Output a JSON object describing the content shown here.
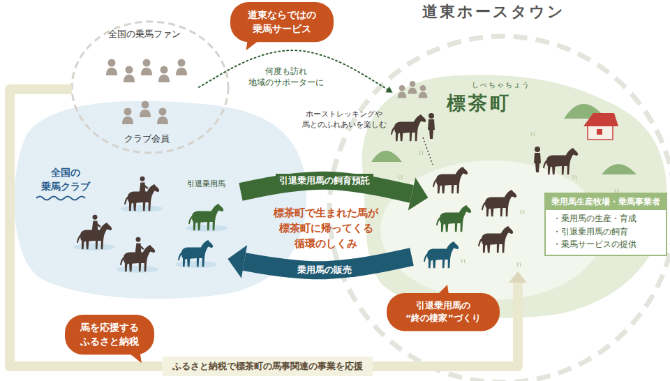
{
  "diagram": {
    "nodes": [
      {
        "text": [
          "全国の乗馬ファン"
        ]
      },
      {
        "text": [
          "道東ならではの 乗馬サービス"
        ]
      },
      {
        "text": [
          "道東ホースタウン"
        ]
      },
      {
        "text": [
          "しべちゃちょう",
          "標茶町"
        ],
        "in": 2
      },
      {
        "text": [
          "乗用馬生産牧場・乗馬事業者",
          "・乗用馬の生産・育成",
          "・引退乗用馬の飼育",
          "・乗馬サービスの提供"
        ],
        "in": 3
      },
      {
        "text": [
          "全国の 乗馬クラブ"
        ]
      },
      {
        "text": [
          "引退乗用馬の “終の棲家”づくり"
        ]
      },
      {
        "text": [
          "馬を応援する ふるさと納税"
        ]
      },
      {
        "text": [
          "ふるさと納税で標茶町の馬事関連の事業を応援"
        ]
      }
    ],
    "edges": [
      {
        "from": 0,
        "to": 3,
        "arrow": "to",
        "label": "何度も訪れ 地域のサポーターに"
      },
      {
        "from": 5,
        "to": 3,
        "arrow": "to",
        "label": "引退乗用馬の飼育預託"
      },
      {
        "from": 3,
        "to": 5,
        "arrow": "to",
        "label": "乗用馬の販売"
      },
      {
        "from": 0,
        "to": 8,
        "arrow": "none"
      },
      {
        "from": 8,
        "to": 3,
        "arrow": "to"
      }
    ],
    "labels": [
      "クラブ会員",
      "引退乗用馬",
      "ホーストレッキングや 馬とのふれあいを楽しむ",
      "標茶町で生まれた馬が 標茶町に帰ってくる 循環のしくみ"
    ]
  }
}
